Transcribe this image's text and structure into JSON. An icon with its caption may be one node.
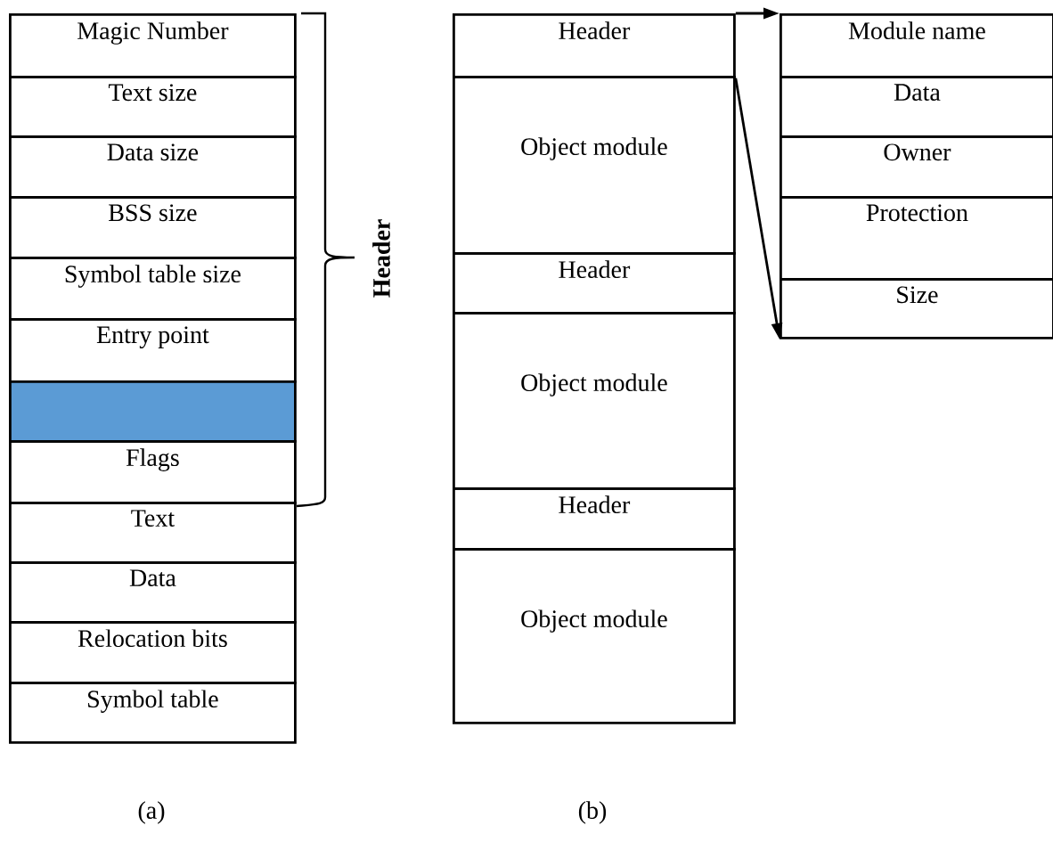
{
  "diagram": {
    "nodes": [
      {
        "text": [
          "Magic Number"
        ]
      },
      {
        "text": [
          "Text size"
        ]
      },
      {
        "text": [
          "Data size"
        ]
      },
      {
        "text": [
          "BSS size"
        ]
      },
      {
        "text": [
          "Symbol table size"
        ]
      },
      {
        "text": [
          "Entry point"
        ]
      },
      {
        "text": [],
        "shape": "box"
      },
      {
        "text": [
          "Flags"
        ]
      },
      {
        "text": [
          "Text"
        ]
      },
      {
        "text": [
          "Data"
        ]
      },
      {
        "text": [
          "Relocation bits"
        ]
      },
      {
        "text": [
          "Symbol table"
        ]
      },
      {
        "text": [
          "Header"
        ]
      },
      {
        "text": [
          "Object module"
        ]
      },
      {
        "text": [
          "Header"
        ]
      },
      {
        "text": [
          "Object module"
        ]
      },
      {
        "text": [
          "Header"
        ]
      },
      {
        "text": [
          "Object module"
        ]
      },
      {
        "text": [
          "Module name"
        ]
      },
      {
        "text": [
          "Data"
        ]
      },
      {
        "text": [
          "Owner"
        ]
      },
      {
        "text": [
          "Protection"
        ]
      },
      {
        "text": [
          "Size"
        ]
      }
    ],
    "edges": [
      {
        "from": 12,
        "to": 18,
        "arrow": "to"
      },
      {
        "from": 12,
        "to": 22,
        "arrow": "to"
      }
    ],
    "labels": [
      "Header",
      "(a)",
      "(b)"
    ]
  }
}
